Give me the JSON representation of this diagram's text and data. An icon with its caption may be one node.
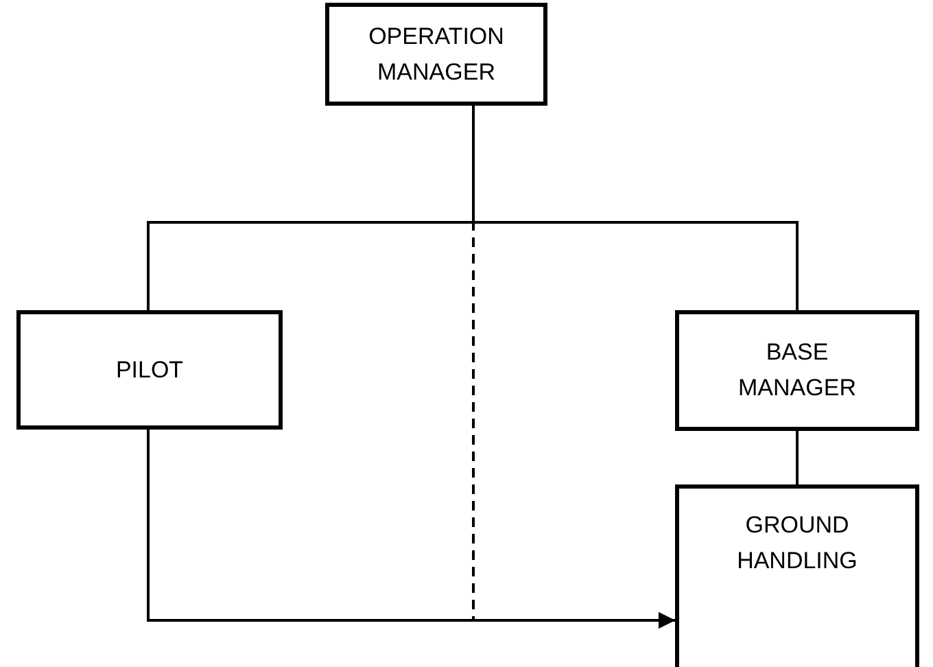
{
  "diagram": {
    "nodes": [
      {
        "text": [
          "OPERATION MANAGER"
        ]
      },
      {
        "text": [
          "PILOT"
        ]
      },
      {
        "text": [
          "BASE MANAGER"
        ]
      },
      {
        "text": [
          "GROUND HANDLING"
        ]
      }
    ],
    "edges": [
      {
        "from": 0,
        "to": 1,
        "arrow": "none"
      },
      {
        "from": 0,
        "to": 2,
        "arrow": "none"
      },
      {
        "from": 2,
        "to": 3,
        "arrow": "none"
      },
      {
        "from": 0,
        "to": 3,
        "arrow": "to",
        "style": "dashed"
      },
      {
        "from": 1,
        "to": 3,
        "arrow": "to"
      }
    ]
  }
}
